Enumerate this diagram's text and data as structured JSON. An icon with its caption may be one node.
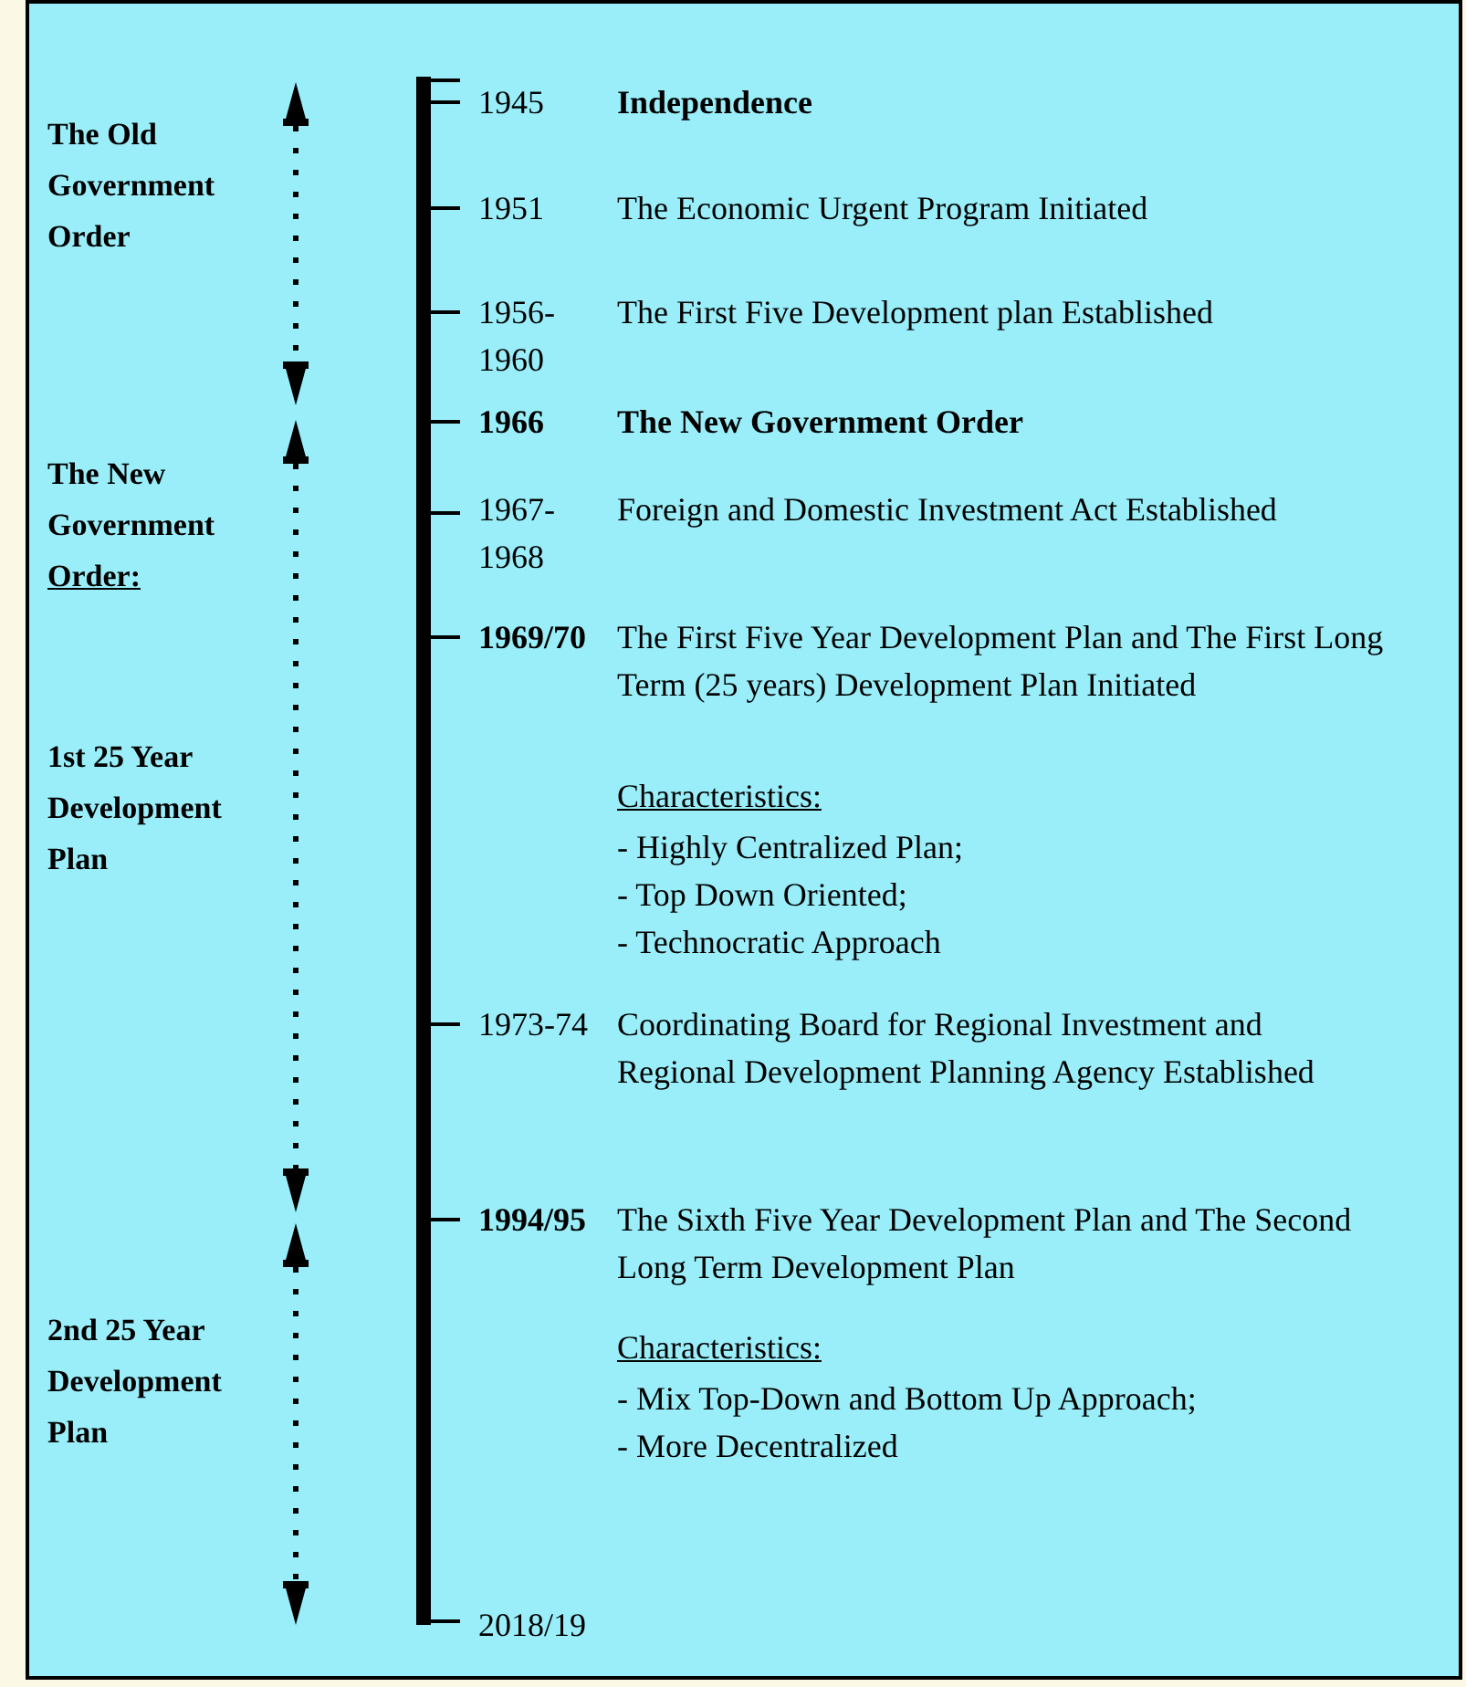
{
  "diagram": {
    "labels": [
      "The Old Government Order",
      "1945",
      "Independence",
      "1951",
      "The Economic Urgent Program Initiated",
      "1956- 1960",
      "The First Five Development plan Established",
      "1966",
      "The New Government Order",
      "The New Government Order:",
      "1967- 1968",
      "Foreign and Domestic Investment Act Established",
      "1969/70",
      "The First Five Year Development Plan and The First Long Term (25 years) Development Plan Initiated",
      "Characteristics:",
      "- Highly Centralized Plan;",
      "- Top Down Oriented;",
      "- Technocratic Approach",
      "1st 25 Year Development Plan",
      "1973-74",
      "Coordinating Board for Regional Investment and Regional Development Planning Agency Established",
      "1994/95",
      "The Sixth Five Year Development Plan and The Second Long Term Development Plan",
      "2nd 25 Year Development Plan",
      "Characteristics:",
      "- Mix Top-Down and Bottom Up Approach;",
      "- More Decentralized",
      "2018/19"
    ]
  }
}
